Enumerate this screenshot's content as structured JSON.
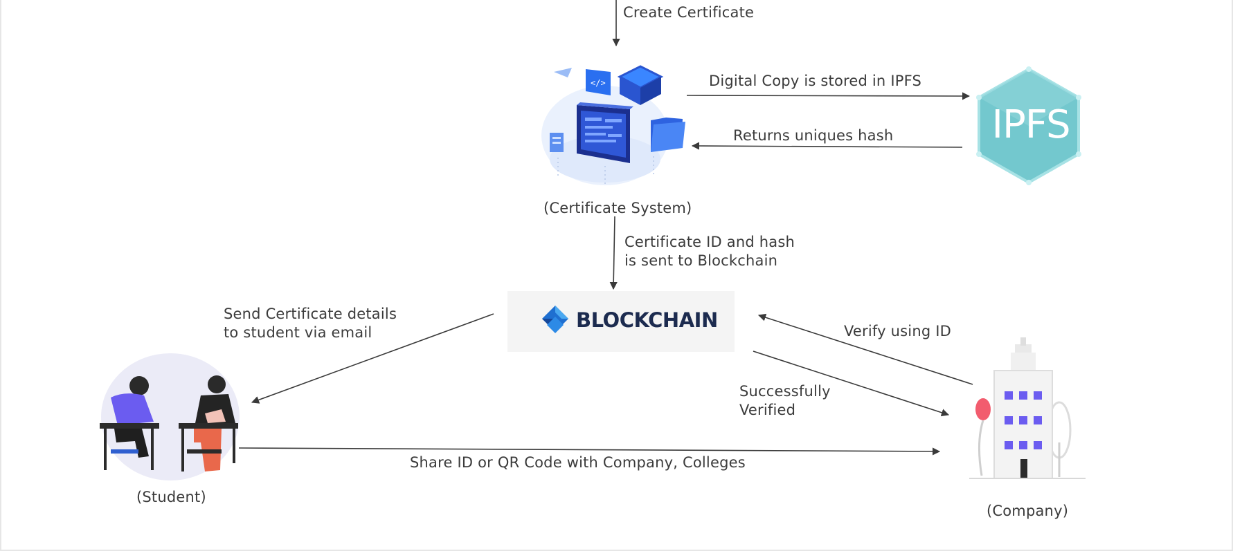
{
  "labels": {
    "create_certificate": "Create Certificate",
    "digital_copy": "Digital Copy is stored in IPFS",
    "returns_hash": "Returns uniques hash",
    "certificate_system": "(Certificate System)",
    "id_hash_line1": "Certificate ID and hash",
    "id_hash_line2": "is sent to Blockchain",
    "send_details_line1": "Send Certificate details",
    "send_details_line2": "to student via email",
    "verify_using_id": "Verify using ID",
    "success_line1": "Successfully",
    "success_line2": "Verified",
    "share_id": "Share ID or QR Code with Company, Colleges",
    "student": "(Student)",
    "company": "(Company)"
  },
  "logos": {
    "blockchain": "BLOCKCHAIN",
    "ipfs": "IPFS"
  },
  "icons": {
    "certificate_system": "server-cube-illustration",
    "ipfs": "ipfs-hexagon-logo",
    "blockchain": "blockchain-diamond-logo",
    "student": "students-at-desk-illustration",
    "company": "office-building-illustration"
  },
  "colors": {
    "arrow": "#3a3a3a",
    "text": "#3b3b3b",
    "blockchain_blue": "#1f6fd0",
    "blockchain_navy": "#1c2b4f",
    "ipfs_teal": "#6fc9cf",
    "accent_purple": "#6b5cf0",
    "accent_orange": "#e9684b",
    "accent_red": "#f25c6e"
  }
}
